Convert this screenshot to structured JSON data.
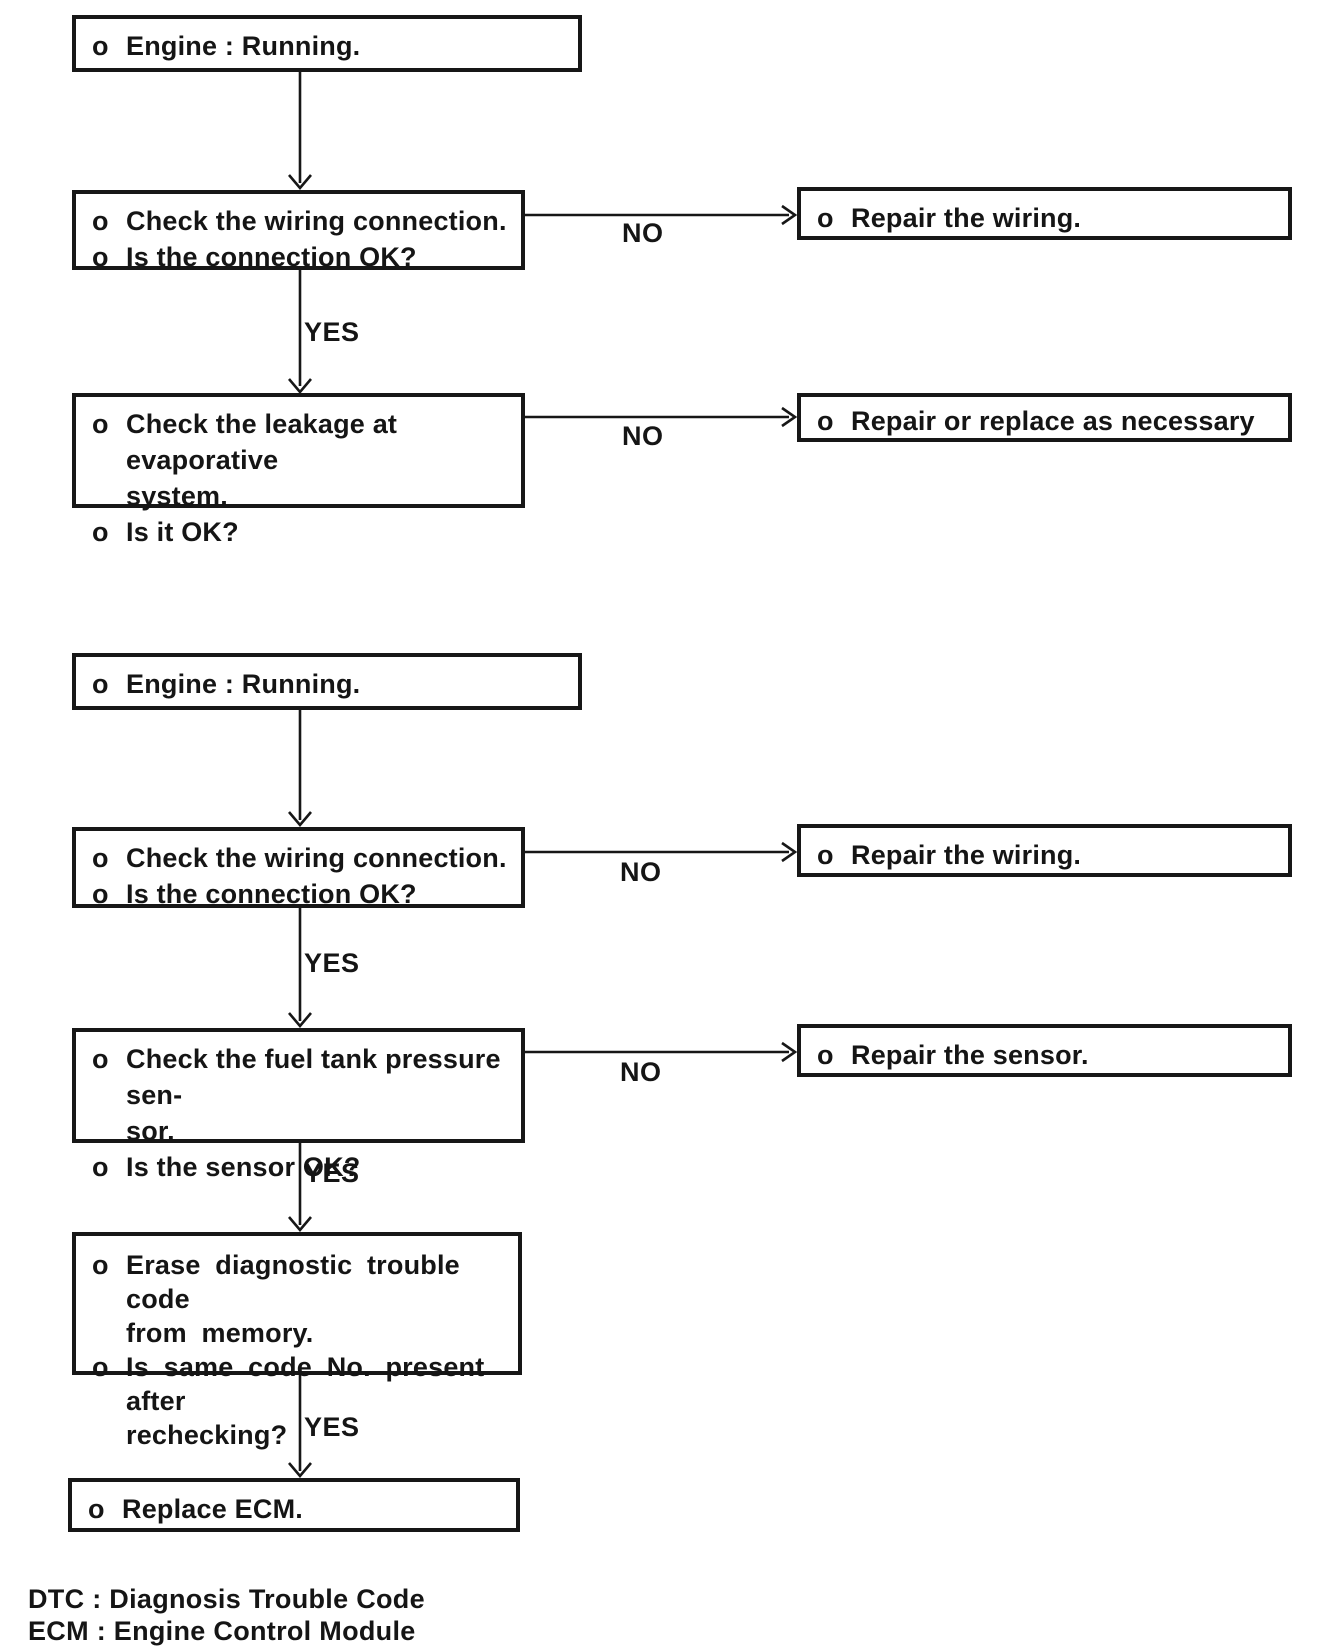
{
  "page": {
    "background": "#ffffff",
    "ink": "#171717"
  },
  "boxes": {
    "f1_start": {
      "items": [
        {
          "bullet": "o",
          "text": "Engine : Running."
        }
      ]
    },
    "f1_check_wiring": {
      "items": [
        {
          "bullet": "o",
          "text": "Check the wiring connection."
        },
        {
          "bullet": "o",
          "text": "Is the connection OK?"
        }
      ]
    },
    "f1_repair_wiring": {
      "items": [
        {
          "bullet": "o",
          "text": "Repair the wiring."
        }
      ]
    },
    "f1_check_leakage": {
      "items": [
        {
          "bullet": "o",
          "text": "Check the leakage at evaporative\nsystem."
        },
        {
          "bullet": "o",
          "text": "Is it OK?"
        }
      ]
    },
    "f1_repair_replace": {
      "items": [
        {
          "bullet": "o",
          "text": "Repair or replace as necessary"
        }
      ]
    },
    "f2_start": {
      "items": [
        {
          "bullet": "o",
          "text": "Engine : Running."
        }
      ]
    },
    "f2_check_wiring": {
      "items": [
        {
          "bullet": "o",
          "text": "Check the wiring connection."
        },
        {
          "bullet": "o",
          "text": "Is the connection OK?"
        }
      ]
    },
    "f2_repair_wiring": {
      "items": [
        {
          "bullet": "o",
          "text": "Repair the wiring."
        }
      ]
    },
    "f2_check_sensor": {
      "items": [
        {
          "bullet": "o",
          "text": "Check the fuel tank pressure sen-\nsor."
        },
        {
          "bullet": "o",
          "text": "Is the sensor OK?"
        }
      ]
    },
    "f2_repair_sensor": {
      "items": [
        {
          "bullet": "o",
          "text": "Repair the sensor."
        }
      ]
    },
    "f2_erase_dtc": {
      "items": [
        {
          "bullet": "o",
          "text": "Erase diagnostic trouble code\nfrom memory."
        },
        {
          "bullet": "o",
          "text": "Is same code No. present after\nrechecking?"
        }
      ]
    },
    "f2_replace_ecm": {
      "items": [
        {
          "bullet": "o",
          "text": "Replace ECM."
        }
      ]
    }
  },
  "connector_labels": {
    "f1_no1": "NO",
    "f1_yes1": "YES",
    "f1_no2": "NO",
    "f2_no1": "NO",
    "f2_yes1": "YES",
    "f2_no2": "NO",
    "f2_yes2": "YES",
    "f2_yes3": "YES"
  },
  "footer": {
    "line1": "DTC : Diagnosis Trouble Code",
    "line2": "ECM : Engine Control Module"
  }
}
